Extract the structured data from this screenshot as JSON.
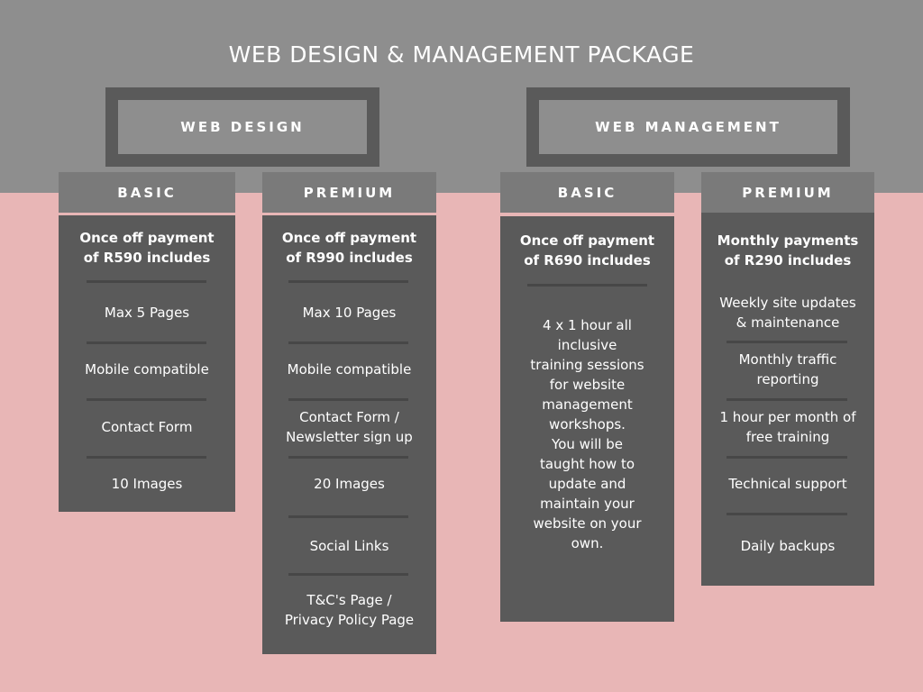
{
  "title": "WEB DESIGN & MANAGEMENT PACKAGE",
  "sections": {
    "web_design": "WEB DESIGN",
    "web_management": "WEB MANAGEMENT"
  },
  "columns": [
    {
      "header": "BASIC",
      "title": "Once off payment\nof R590 includes",
      "items": [
        "Max 5 Pages",
        "Mobile compatible",
        "Contact Form",
        "10 Images"
      ]
    },
    {
      "header": "PREMIUM",
      "title": "Once off payment\nof R990 includes",
      "items": [
        "Max 10 Pages",
        "Mobile compatible",
        "Contact Form /\nNewsletter sign up",
        "20 Images",
        "Social Links",
        "T&C's Page /\nPrivacy Policy Page"
      ]
    },
    {
      "header": "BASIC",
      "title": "Once off payment\nof R690 includes",
      "items": [
        "4 x 1 hour all\ninclusive\ntraining sessions\nfor website\nmanagement\nworkshops.\nYou will be\ntaught how to\nupdate and\nmaintain your\nwebsite on your\nown."
      ]
    },
    {
      "header": "PREMIUM",
      "title": "Monthly payments\nof R290 includes",
      "items": [
        "Weekly site updates\n& maintenance",
        "Monthly traffic\nreporting",
        "1 hour per month of\nfree training",
        "Technical support",
        "Daily backups"
      ]
    }
  ],
  "colors": {
    "top_background": "#8e8e8e",
    "bottom_background": "#e8b6b6",
    "card_background": "#5a5a5a",
    "header_background": "#7a7a7a",
    "text": "#ffffff"
  }
}
